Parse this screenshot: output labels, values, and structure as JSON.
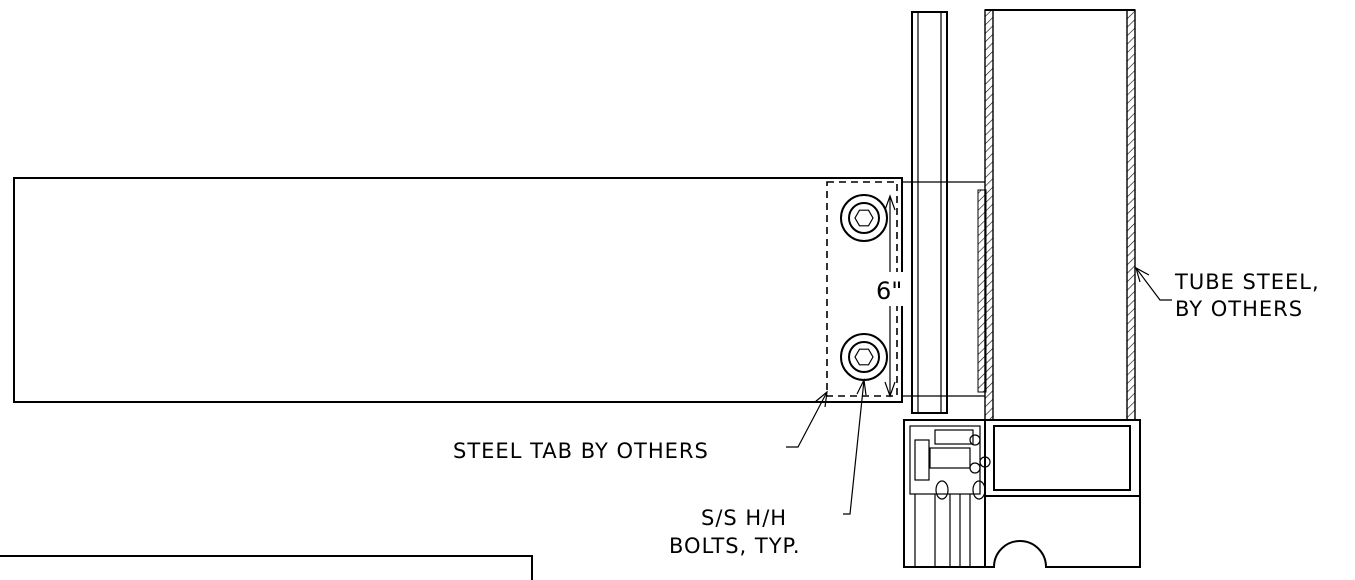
{
  "labels": {
    "tube_steel_line1": "TUBE STEEL,",
    "tube_steel_line2": "BY OTHERS",
    "steel_tab": "STEEL TAB BY OTHERS",
    "bolts_line1": "S/S H/H",
    "bolts_line2": "BOLTS, TYP.",
    "dimension": "6\""
  }
}
